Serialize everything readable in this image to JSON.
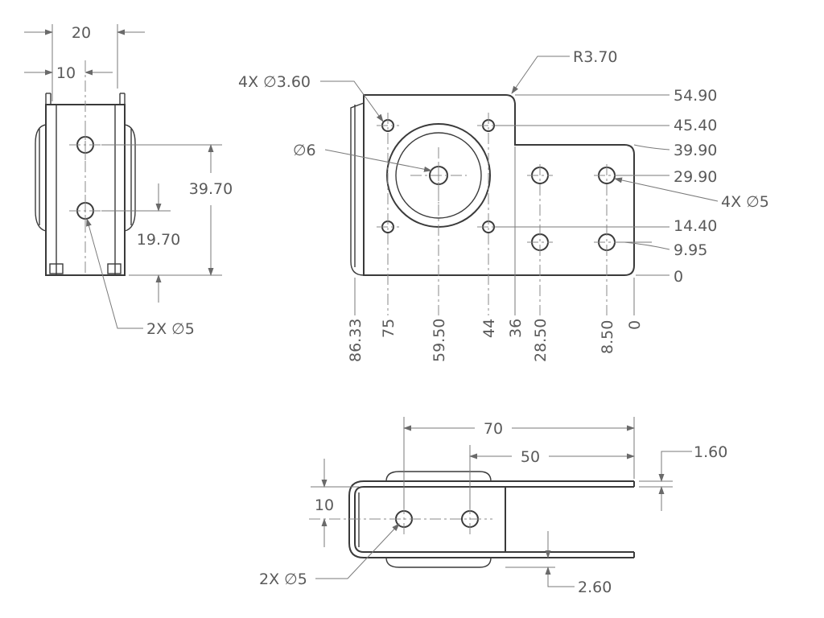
{
  "side_view": {
    "width_total": "20",
    "width_half": "10",
    "hole_spacing": "39.70",
    "hole_lower": "19.70",
    "hole_callout": "2X ∅5"
  },
  "front_view": {
    "corner_radius": "R3.70",
    "small_holes_callout": "4X ∅3.60",
    "center_hole_callout": "∅6",
    "holes_callout": "4X ∅5",
    "vertical_ordinates": [
      "54.90",
      "45.40",
      "39.90",
      "29.90",
      "14.40",
      "9.95",
      "0"
    ],
    "horizontal_ordinates": [
      "86.33",
      "75",
      "59.50",
      "44",
      "36",
      "28.50",
      "8.50",
      "0"
    ]
  },
  "top_view": {
    "length_total": "70",
    "length_partial": "50",
    "thickness": "1.60",
    "offset_width": "10",
    "gap": "2.60",
    "hole_callout": "2X ∅5"
  }
}
